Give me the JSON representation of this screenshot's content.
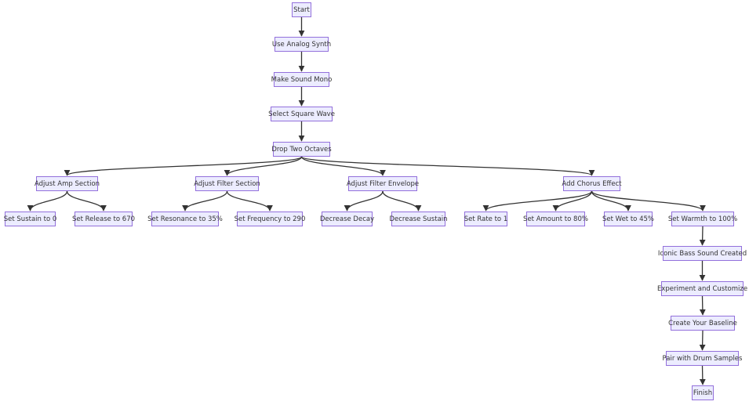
{
  "nodes": {
    "start": "Start",
    "analog": "Use Analog Synth",
    "mono": "Make Sound Mono",
    "square": "Select Square Wave",
    "octaves": "Drop Two Octaves",
    "amp": "Adjust Amp Section",
    "filter": "Adjust Filter Section",
    "envelope": "Adjust Filter Envelope",
    "chorus": "Add Chorus Effect",
    "sustain0": "Set Sustain to 0",
    "release": "Set Release to 670",
    "resonance": "Set Resonance to 35%",
    "frequency": "Set Frequency to 290",
    "decay": "Decrease Decay",
    "decsustain": "Decrease Sustain",
    "rate": "Set Rate to 1",
    "amount": "Set Amount to 80%",
    "wet": "Set Wet to 45%",
    "warmth": "Set Warmth to 100%",
    "iconic": "Iconic Bass Sound Created",
    "experiment": "Experiment and Customize",
    "baseline": "Create Your Baseline",
    "drums": "Pair with Drum Samples",
    "finish": "Finish"
  },
  "edges": [
    [
      "start",
      "analog"
    ],
    [
      "analog",
      "mono"
    ],
    [
      "mono",
      "square"
    ],
    [
      "square",
      "octaves"
    ],
    [
      "octaves",
      "amp"
    ],
    [
      "octaves",
      "filter"
    ],
    [
      "octaves",
      "envelope"
    ],
    [
      "octaves",
      "chorus"
    ],
    [
      "amp",
      "sustain0"
    ],
    [
      "amp",
      "release"
    ],
    [
      "filter",
      "resonance"
    ],
    [
      "filter",
      "frequency"
    ],
    [
      "envelope",
      "decay"
    ],
    [
      "envelope",
      "decsustain"
    ],
    [
      "chorus",
      "rate"
    ],
    [
      "chorus",
      "amount"
    ],
    [
      "chorus",
      "wet"
    ],
    [
      "chorus",
      "warmth"
    ],
    [
      "warmth",
      "iconic"
    ],
    [
      "iconic",
      "experiment"
    ],
    [
      "experiment",
      "baseline"
    ],
    [
      "baseline",
      "drums"
    ],
    [
      "drums",
      "finish"
    ]
  ],
  "colors": {
    "node_fill": "#ececff",
    "node_border": "#9370db",
    "edge": "#333333",
    "text": "#333333"
  }
}
